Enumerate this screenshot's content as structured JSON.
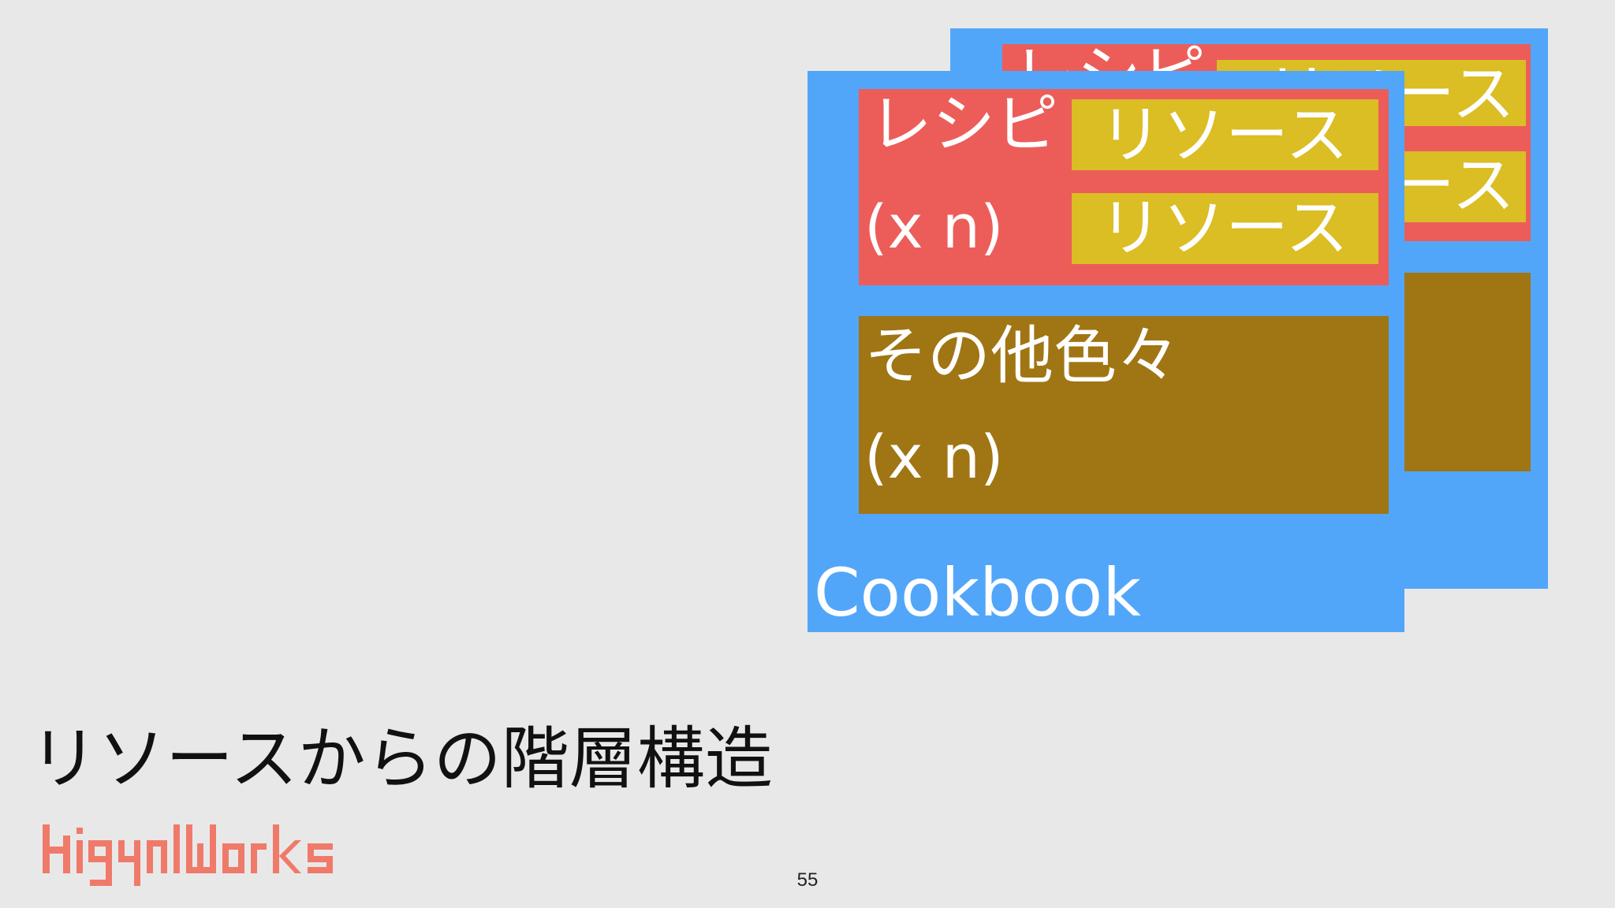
{
  "slide": {
    "title": "リソースからの階層構造",
    "page_number": "55",
    "logo_text": "HigurlWorks"
  },
  "diagram": {
    "back_cookbook": {
      "recipe_label": "レシピ",
      "resource_label": "リソース"
    },
    "front_cookbook": {
      "recipe_label": "レシピ",
      "recipe_count": "(x n)",
      "resource_labels": [
        "リソース",
        "リソース"
      ],
      "misc_label": "その他色々",
      "misc_count": "(x n)",
      "cookbook_label": "Cookbook"
    }
  },
  "colors": {
    "background": "#e9e8e9",
    "cookbook": "#52a6f9",
    "recipe": "#ec5d59",
    "resource": "#dbbd24",
    "misc": "#a07514",
    "logo": "#f07a6a"
  }
}
